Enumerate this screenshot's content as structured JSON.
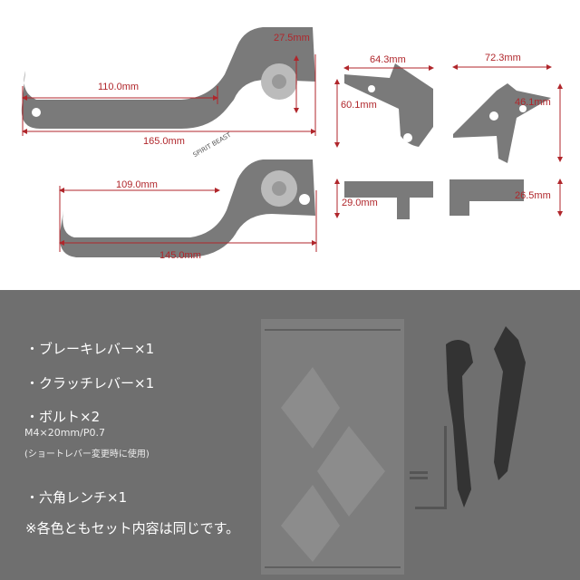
{
  "dimensions": {
    "brake_reach": "110.0mm",
    "brake_length": "165.0mm",
    "brake_pivot_height": "27.5mm",
    "clutch_reach": "109.0mm",
    "clutch_length": "145.0mm",
    "adapter1_width": "64.3mm",
    "adapter1_height": "60.1mm",
    "adapter2_width": "72.3mm",
    "adapter2_height": "46.1mm",
    "adapter1_side": "29.0mm",
    "adapter2_side": "26.5mm"
  },
  "brand_text": "SPIRIT BEAST",
  "contents": {
    "items": [
      "・ブレーキレバー×1",
      "・クラッチレバー×1",
      "・ボルト×2",
      "M4×20mm/P0.7",
      "(ショートレバー変更時に使用)",
      "・六角レンチ×1"
    ],
    "note": "※各色ともセット内容は同じです。"
  },
  "colors": {
    "dimension": "#b0262b",
    "part": "#777777",
    "background": "#6f6f6f"
  }
}
